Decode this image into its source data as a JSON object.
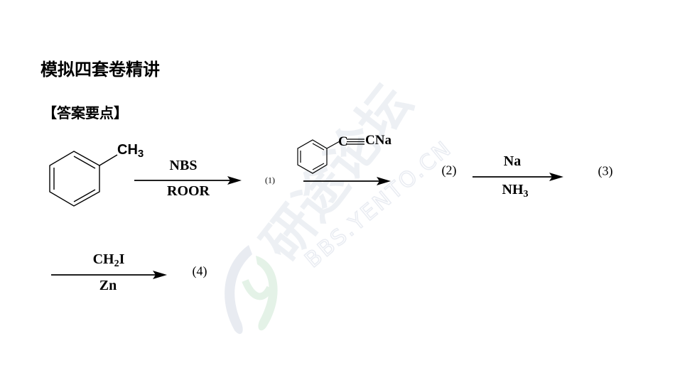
{
  "header": {
    "title": "模拟四套卷精讲",
    "subtitle": "【答案要点】"
  },
  "scheme": {
    "starting_material": {
      "name": "toluene",
      "substituent": "CH",
      "substituent_sub": "3"
    },
    "step1": {
      "reagent_above": "NBS",
      "reagent_below": "ROOR",
      "product_label": "(1)"
    },
    "step2": {
      "reagent_above_structure": "sodium phenylacetylide",
      "reagent_c": "C",
      "reagent_rest": "CNa",
      "product_label": "(2)"
    },
    "step3": {
      "reagent_above": "Na",
      "reagent_below": "NH",
      "reagent_below_sub": "3",
      "product_label": "(3)"
    },
    "step4": {
      "reagent_above": "CH",
      "reagent_above_sub": "2",
      "reagent_above_tail": "I",
      "reagent_below": "Zn",
      "product_label": "(4)"
    }
  },
  "watermark": {
    "text_cn": "研途论坛",
    "text_en": "BBS.YENTO.CN",
    "logo_color_grey": "#e6e9f0",
    "logo_color_green": "#e3f1e6"
  }
}
